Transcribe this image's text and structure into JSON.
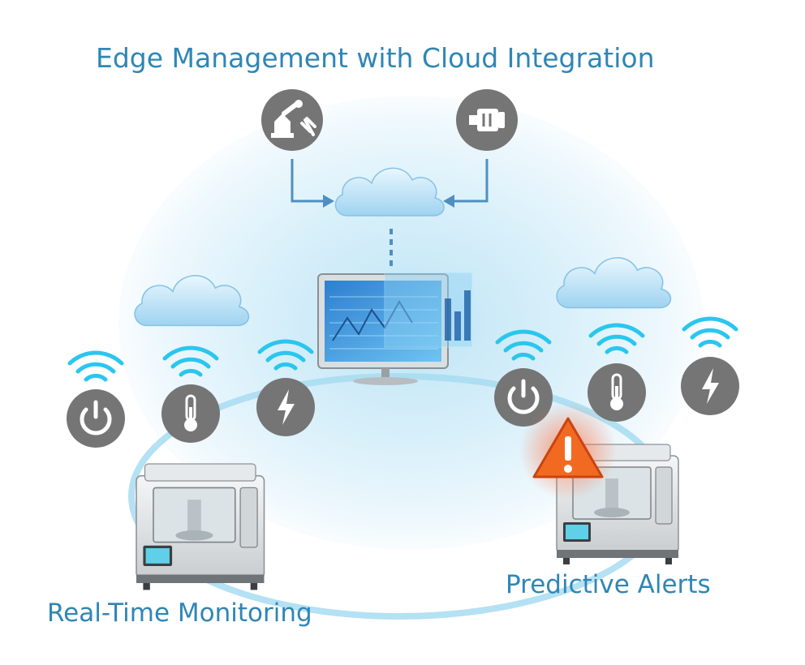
{
  "diagram": {
    "title": "Edge Management with Cloud Integration",
    "labels": {
      "left": "Real-Time Monitoring",
      "right": "Predictive Alerts"
    },
    "icons": {
      "top_left": "robot-arm-wrench-icon",
      "top_right": "motor-icon",
      "sensors": [
        "power-icon",
        "thermometer-icon",
        "lightning-bolt-icon"
      ],
      "alert": "warning-triangle-icon",
      "connectivity": "wifi-signal-icon"
    },
    "colors": {
      "label_text": "#2f86b5",
      "icon_circle": "#757575",
      "wifi": "#2ac6ee",
      "cloud": "#a8d8f2",
      "ring": "#a7dcf1",
      "alert": "#f26a22",
      "connector": "#4f8fc0"
    }
  }
}
